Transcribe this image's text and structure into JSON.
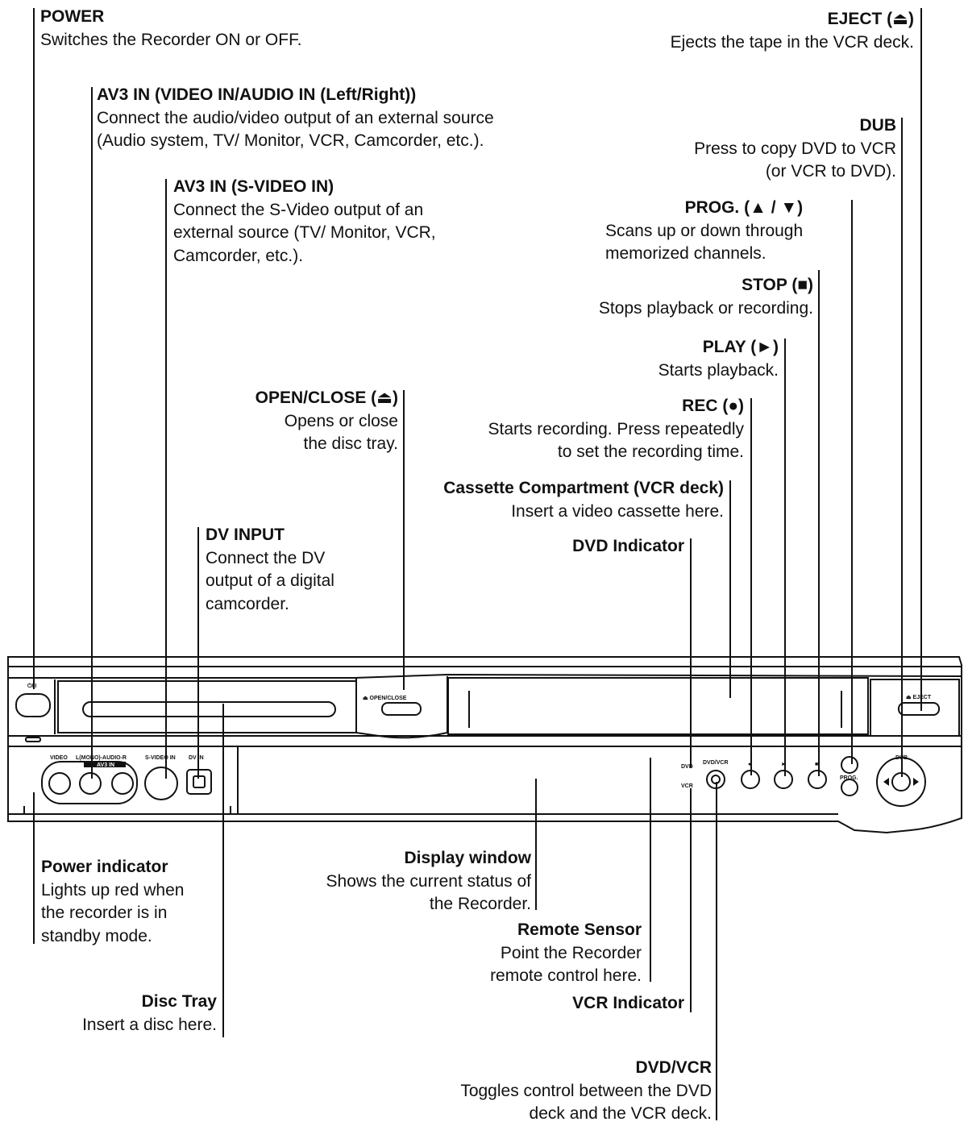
{
  "callouts": {
    "power": {
      "title": "POWER",
      "desc": [
        "Switches the Recorder ON or OFF."
      ]
    },
    "eject": {
      "title": "EJECT (⏏)",
      "desc": [
        "Ejects the tape in the VCR deck."
      ]
    },
    "av3_video": {
      "title": "AV3 IN (VIDEO IN/AUDIO IN (Left/Right))",
      "desc": [
        "Connect the audio/video output of an external source",
        "(Audio system, TV/ Monitor, VCR, Camcorder, etc.)."
      ]
    },
    "dub": {
      "title": "DUB",
      "desc": [
        "Press to copy DVD to VCR",
        "(or VCR to DVD)."
      ]
    },
    "av3_svideo": {
      "title": "AV3 IN (S-VIDEO IN)",
      "desc": [
        "Connect the S-Video output of an",
        "external source (TV/ Monitor, VCR,",
        "Camcorder, etc.)."
      ]
    },
    "prog": {
      "title": "PROG. (▲ / ▼)",
      "desc": [
        "Scans up or down through",
        "memorized channels."
      ]
    },
    "stop": {
      "title": "STOP (■)",
      "desc": [
        "Stops playback or recording."
      ]
    },
    "play": {
      "title": "PLAY (►)",
      "desc": [
        "Starts playback."
      ]
    },
    "open_close": {
      "title": "OPEN/CLOSE (⏏)",
      "desc": [
        "Opens or close",
        "the disc tray."
      ]
    },
    "rec": {
      "title": "REC (●)",
      "desc": [
        "Starts recording. Press repeatedly",
        "to set the recording time."
      ]
    },
    "cassette": {
      "title": "Cassette Compartment (VCR deck)",
      "desc": [
        "Insert a video cassette here."
      ]
    },
    "dv_input": {
      "title": "DV INPUT",
      "desc": [
        "Connect the DV",
        "output of a digital",
        "camcorder."
      ]
    },
    "dvd_indicator": {
      "title": "DVD Indicator",
      "desc": []
    },
    "power_ind": {
      "title": "Power indicator",
      "desc": [
        "Lights up red when",
        "the recorder is in",
        "standby mode."
      ]
    },
    "display": {
      "title": "Display window",
      "desc": [
        "Shows the current status of",
        "the Recorder."
      ]
    },
    "remote": {
      "title": "Remote Sensor",
      "desc": [
        "Point the Recorder",
        "remote control here."
      ]
    },
    "vcr_indicator": {
      "title": "VCR Indicator",
      "desc": []
    },
    "disc_tray": {
      "title": "Disc Tray",
      "desc": [
        "Insert a disc here."
      ]
    },
    "dvd_vcr": {
      "title": "DVD/VCR",
      "desc": [
        "Toggles control between the DVD",
        "deck and the VCR deck."
      ]
    }
  },
  "panel_labels": {
    "power_btn": "⏻/ I",
    "open_close": "⏏ OPEN/CLOSE",
    "eject": "⏏ EJECT",
    "av3_in": "AV3 IN",
    "video": "VIDEO",
    "audio": "L(MONO)-AUDIO-R",
    "svideo": "S-VIDEO IN",
    "dv_in": "DV IN",
    "dvd": "DVD",
    "vcr": "VCR",
    "dvd_vcr": "DVD/VCR",
    "rec": "●",
    "play": "►",
    "stop": "■",
    "prog": "PROG.",
    "dub": "DUB"
  }
}
